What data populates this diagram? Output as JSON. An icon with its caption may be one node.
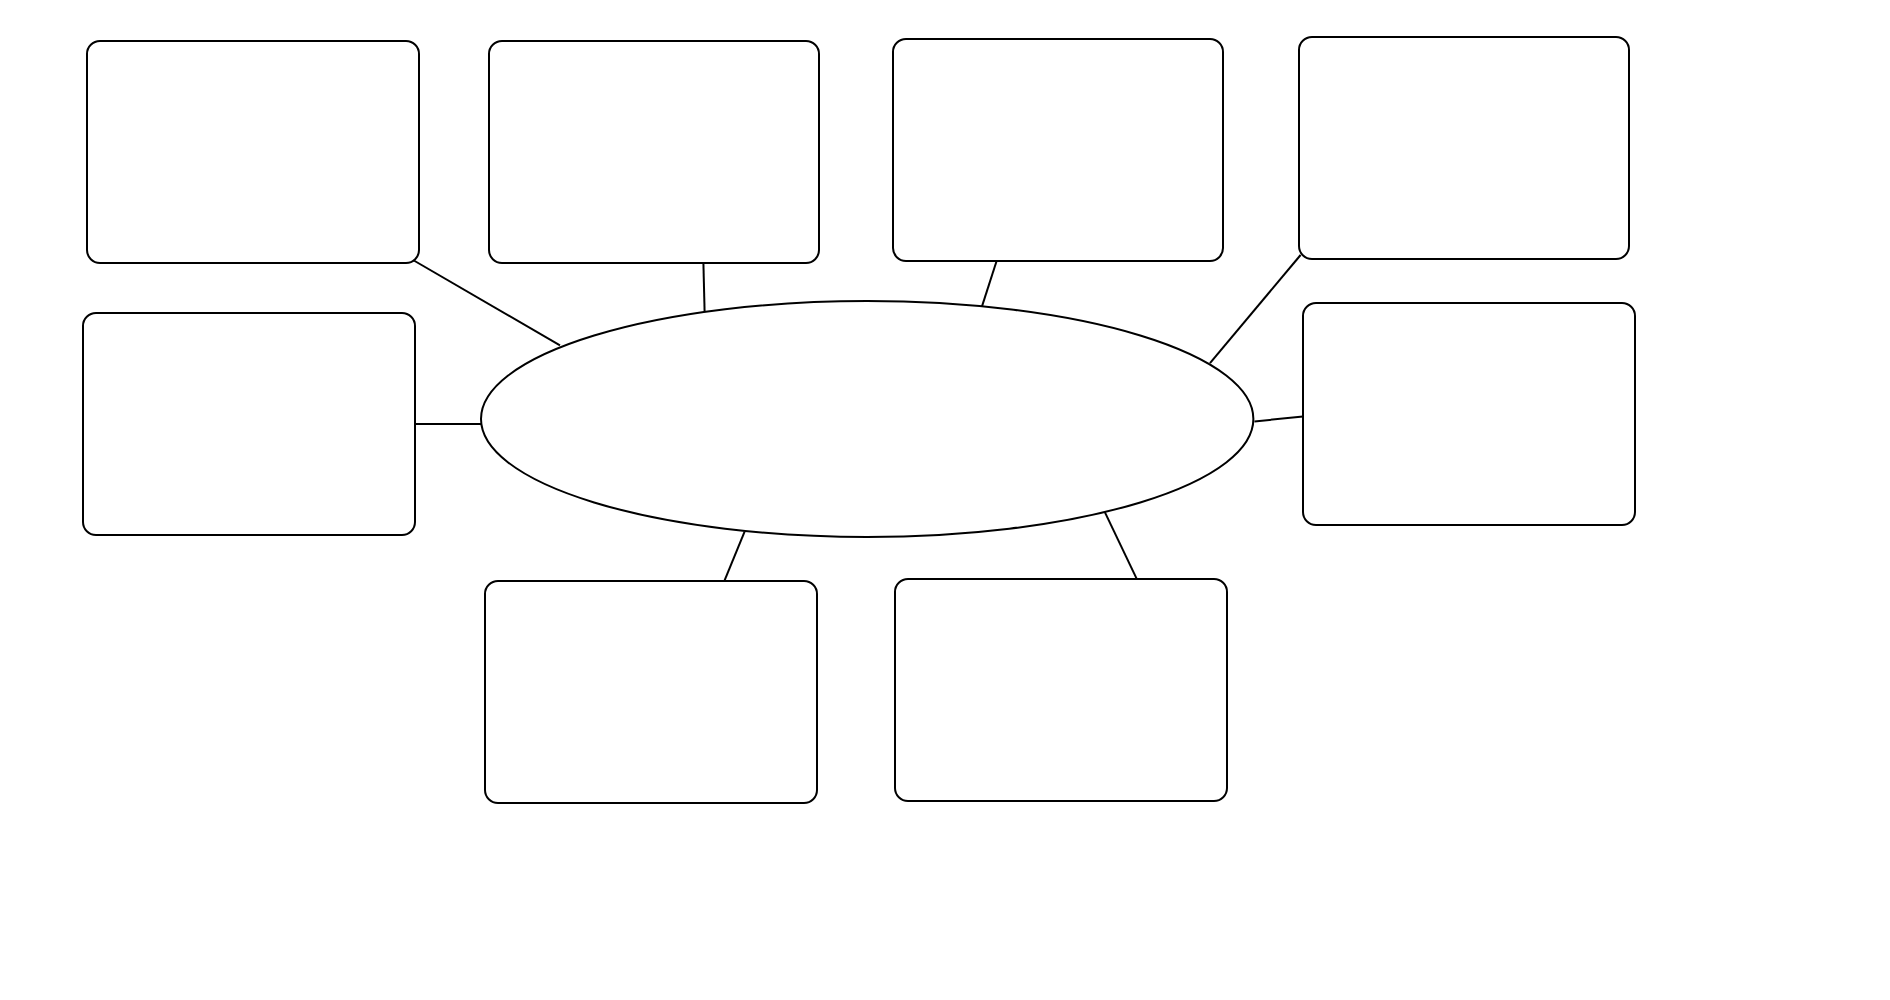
{
  "diagram": {
    "nodes": [
      {
        "text": [],
        "shape": "box"
      },
      {
        "text": [],
        "shape": "box"
      },
      {
        "text": [],
        "shape": "box"
      },
      {
        "text": [],
        "shape": "box"
      },
      {
        "text": [],
        "shape": "box"
      },
      {
        "text": [],
        "shape": "ellipse"
      },
      {
        "text": [],
        "shape": "box"
      },
      {
        "text": [],
        "shape": "box"
      },
      {
        "text": [],
        "shape": "box"
      }
    ],
    "edges": [
      {
        "from": 5,
        "to": 0,
        "arrow": "none"
      },
      {
        "from": 5,
        "to": 1,
        "arrow": "none"
      },
      {
        "from": 5,
        "to": 2,
        "arrow": "none"
      },
      {
        "from": 5,
        "to": 3,
        "arrow": "none"
      },
      {
        "from": 5,
        "to": 4,
        "arrow": "none"
      },
      {
        "from": 5,
        "to": 6,
        "arrow": "none"
      },
      {
        "from": 5,
        "to": 7,
        "arrow": "none"
      },
      {
        "from": 5,
        "to": 8,
        "arrow": "none"
      }
    ]
  }
}
